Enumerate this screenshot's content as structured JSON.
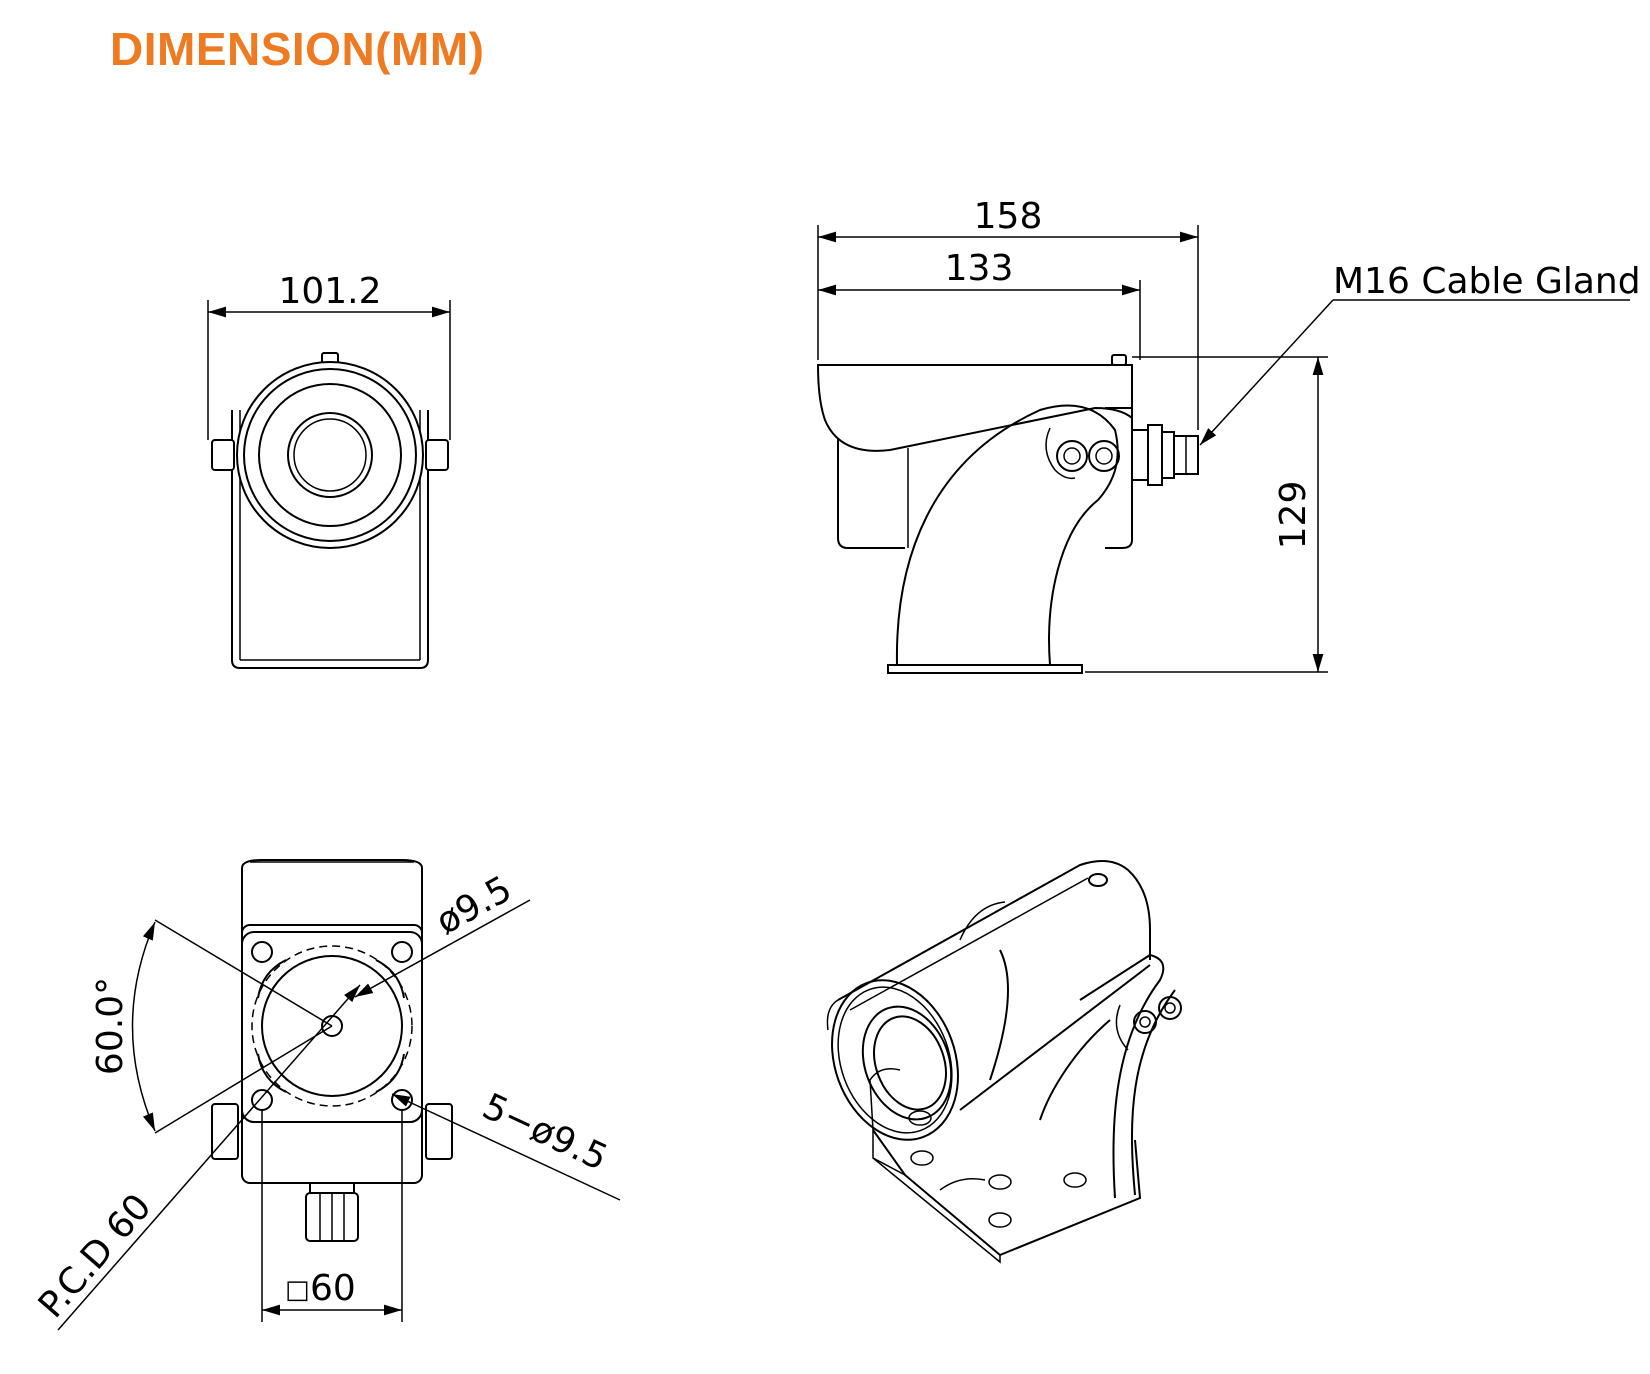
{
  "title": "DIMENSION(MM)",
  "colors": {
    "title": "#EE7A22",
    "line": "#000000",
    "background": "#FFFFFF"
  },
  "dimensions": {
    "front_width": "101.2",
    "side_total_length": "158",
    "side_body_length": "133",
    "side_height": "129",
    "cable_gland_label": "M16 Cable Gland",
    "bottom_angle": "60.0°",
    "bottom_hole_top": "ø9.5",
    "bottom_holes": "5−ø9.5",
    "bottom_pcd": "P.C.D 60",
    "bottom_square": "60",
    "bottom_square_symbol": "□"
  }
}
